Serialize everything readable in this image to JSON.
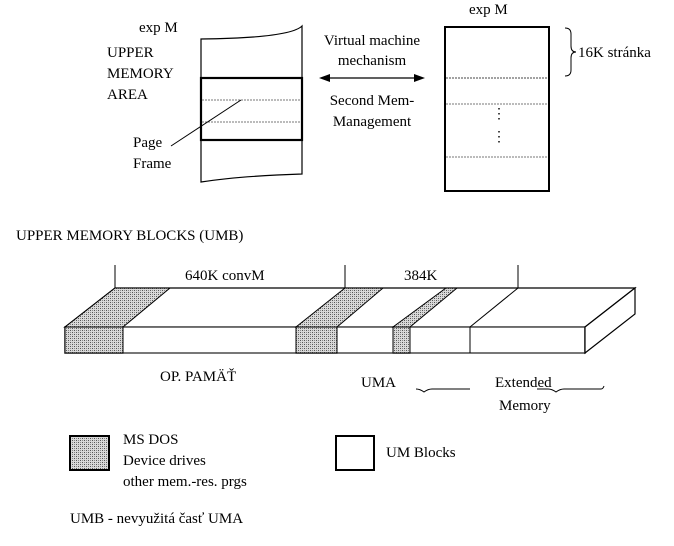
{
  "top_diagram": {
    "left_label_exp": "exp M",
    "upper_memory_area": [
      "UPPER",
      "MEMORY",
      "AREA"
    ],
    "page_frame": [
      "Page",
      "Frame"
    ],
    "mechanism_top": [
      "Virtual machine",
      "mechanism"
    ],
    "mechanism_bottom": [
      "Second Mem-",
      "Management"
    ],
    "right_label_exp": "exp M",
    "page_size_label": "16K stránka",
    "ellipsis": "⋮"
  },
  "umb_section": {
    "title": "UPPER MEMORY BLOCKS (UMB)",
    "segment_640": "640K convM",
    "segment_384": "384K",
    "op_pamat": "OP. PAMÄŤ",
    "uma": "UMA",
    "extended": [
      "Extended",
      "Memory"
    ]
  },
  "legend": {
    "hatched_lines": [
      "MS DOS",
      "Device drives",
      "other mem.-res. prgs"
    ],
    "blank_label": "UM Blocks",
    "footnote": "UMB - nevyužitá časť UMA"
  },
  "colors": {
    "line": "#000000",
    "hatch_dark": "#555555",
    "hatch_light": "#d8d8d8",
    "dashed": "#777777"
  }
}
